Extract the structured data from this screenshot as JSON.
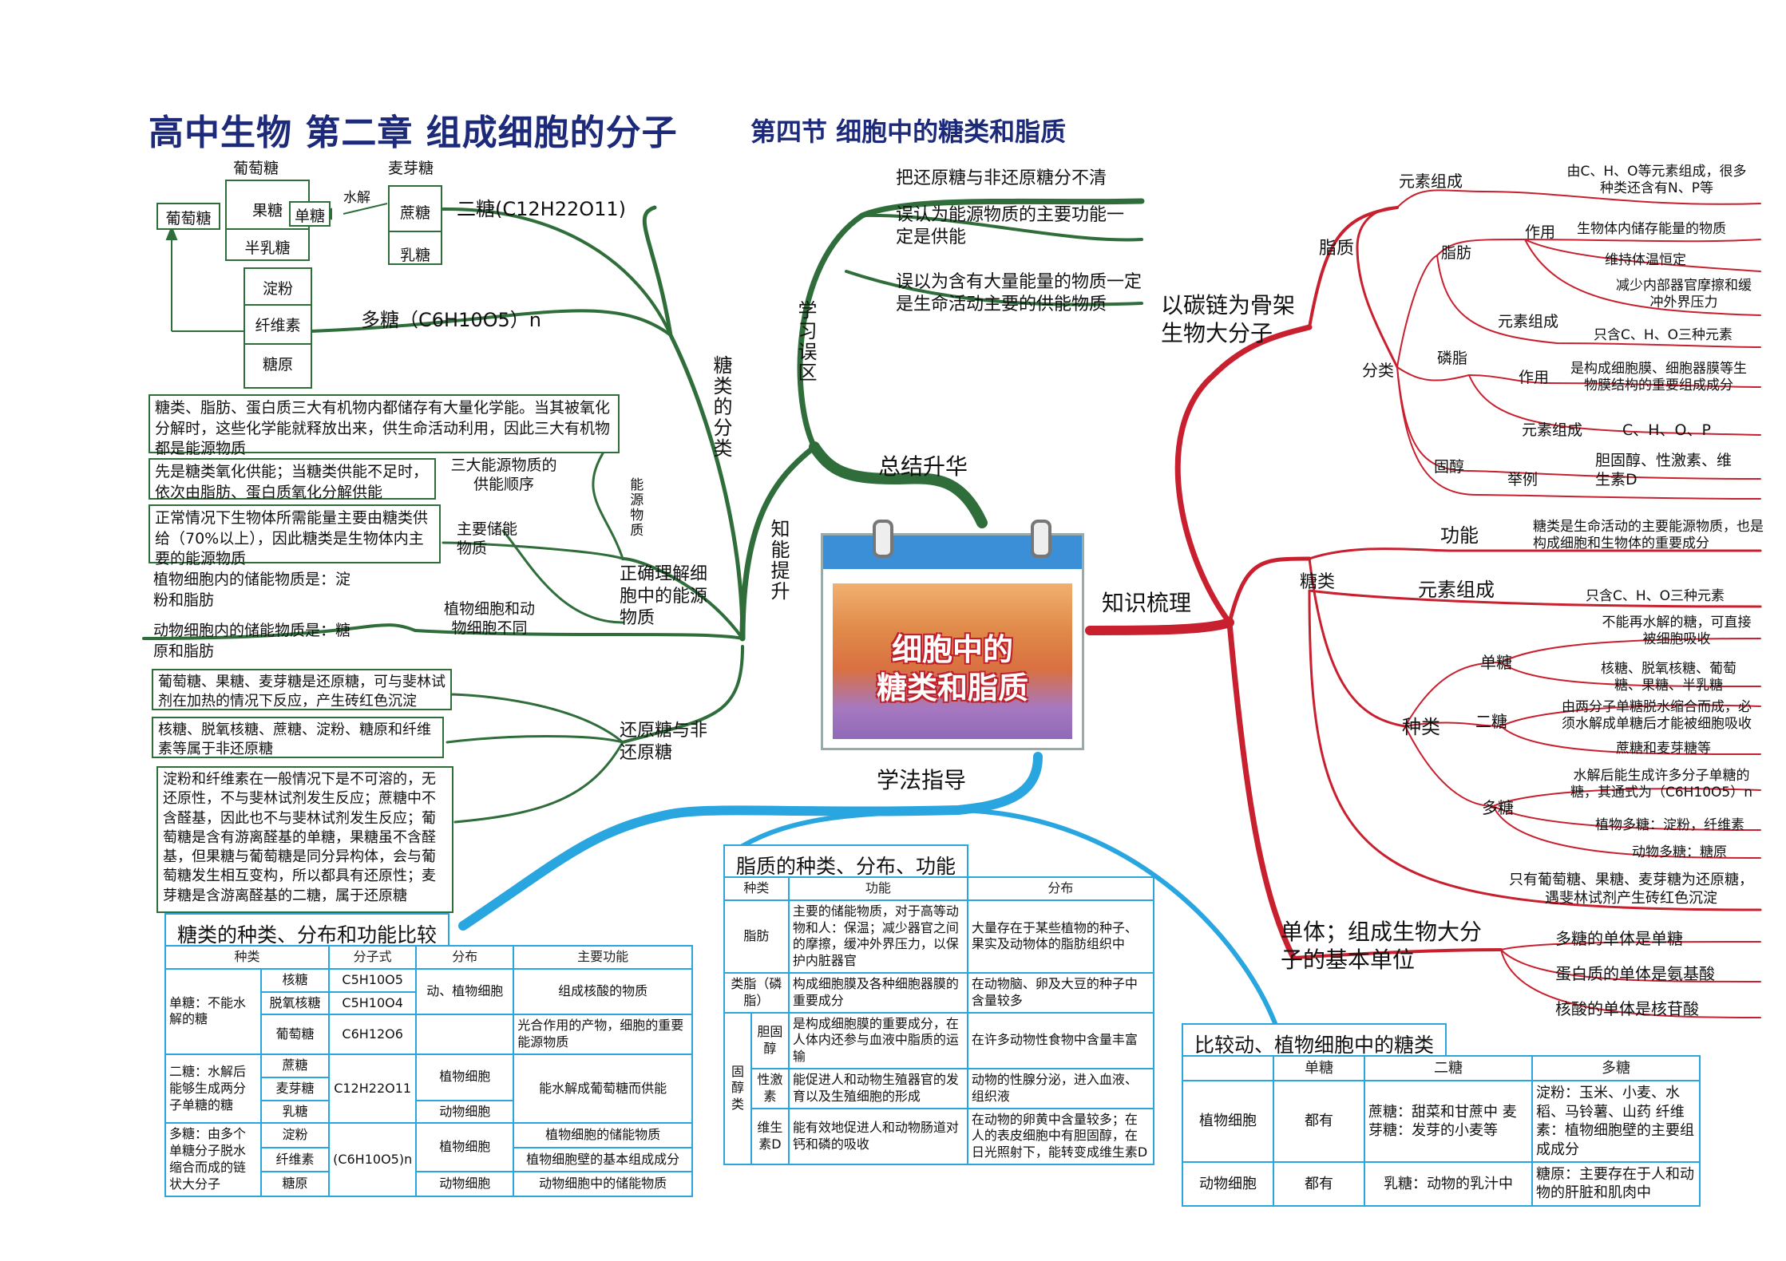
{
  "title": {
    "main": "高中生物 第二章 组成细胞的分子",
    "sub": "第四节 细胞中的糖类和脂质"
  },
  "center": {
    "line1": "细胞中的",
    "line2": "糖类和脂质"
  },
  "branches": {
    "summary": "总结升华",
    "knowledge": "知识梳理",
    "method": "学法指导",
    "study_mistakes": "学习误区",
    "ability": "知能提升"
  },
  "mistakes": [
    "把还原糖与非还原糖分不清",
    "误认为能源物质的主要功能一定是供能",
    "误以为含有大量能量的物质一定是生命活动主要的供能物质"
  ],
  "sugar_classify": {
    "label": "糖类的分类",
    "di_tang": "二糖(C12H22O11)",
    "duo_tang": "多糖（C6H10O5）n",
    "hydrolysis": "水解",
    "maiyatang": "麦芽糖",
    "zhetang": "蔗糖",
    "rutang": "乳糖",
    "putaotang_top": "葡萄糖",
    "guotang": "果糖",
    "bantang": "半乳糖",
    "dantang": "单糖",
    "putaotang_left": "葡萄糖",
    "dianfen": "淀粉",
    "xianweisu": "纤维素",
    "tangyuan": "糖原"
  },
  "energy": {
    "label": "正确理解细胞中的能源物质",
    "side_label": "能源物质",
    "box1": "糖类、脂肪、蛋白质三大有机物内都储存有大量化学能。当其被氧化分解时，这些化学能就释放出来，供生命活动利用，因此三大有机物都是能源物质",
    "box2": "先是糖类氧化供能；当糖类供能不足时，依次由脂肪、蛋白质氧化分解供能",
    "box2_label": "三大能源物质的供能顺序",
    "box3": "正常情况下生物体所需能量主要由糖类供给（70%以上），因此糖类是生物体内主要的能源物质",
    "box3_label": "主要储能物质",
    "plant_store": "植物细胞内的储能物质是：淀粉和脂肪",
    "animal_store": "动物细胞内的储能物质是：糖原和脂肪",
    "diff_label": "植物细胞和动物细胞不同"
  },
  "reducing": {
    "label": "还原糖与非还原糖",
    "box1": "葡萄糖、果糖、麦芽糖是还原糖，可与斐林试剂在加热的情况下反应，产生砖红色沉淀",
    "box2": "核糖、脱氧核糖、蔗糖、淀粉、糖原和纤维素等属于非还原糖",
    "box3": "淀粉和纤维素在一般情况下是不可溶的，无还原性，不与斐林试剂发生反应；蔗糖中不含醛基，因此也不与斐林试剂发生反应；葡萄糖是含有游离醛基的单糖，果糖虽不含醛基，但果糖与葡萄糖是同分异构体，会与葡萄糖发生相互变构，所以都具有还原性；麦芽糖是含游离醛基的二糖，属于还原糖"
  },
  "right": {
    "macro": "以碳链为骨架生物大分子",
    "lipid": "脂质",
    "lipid_elem_label": "元素组成",
    "lipid_elem": "由C、H、O等元素组成，很多种类还含有N、P等",
    "fenlei": "分类",
    "zhifang": "脂肪",
    "zuoyong": "作用",
    "zf_f1": "生物体内储存能量的物质",
    "zf_f2": "维持体温恒定",
    "zf_f3": "减少内部器官摩擦和缓冲外界压力",
    "zf_elem_label": "元素组成",
    "zf_elem": "只含C、H、O三种元素",
    "linzhi": "磷脂",
    "lz_zuoyong": "作用",
    "lz_f": "是构成细胞膜、细胞器膜等生物膜结构的重要组成成分",
    "lz_elem_label": "元素组成",
    "lz_elem": "C、H、O、P",
    "guchun": "固醇",
    "juli": "举例",
    "gc_ex": "胆固醇、性激素、维生素D",
    "sugar": "糖类",
    "gongneng": "功能",
    "gongneng_text": "糖类是生命活动的主要能源物质，也是构成细胞和生物体的重要成分",
    "sugar_elem_label": "元素组成",
    "sugar_elem": "只含C、H、O三种元素",
    "zhonglei": "种类",
    "dantang": "单糖",
    "dt1": "不能再水解的糖，可直接被细胞吸收",
    "dt2": "核糖、脱氧核糖、葡萄糖、果糖、半乳糖",
    "ertang": "二糖",
    "et1": "由两分子单糖脱水缩合而成，必须水解成单糖后才能被细胞吸收",
    "et2": "蔗糖和麦芽糖等",
    "duotang": "多糖",
    "dt_1": "水解后能生成许多分子单糖的糖，其通式为（C6H10O5）n",
    "dt_2": "植物多糖：淀粉，纤维素",
    "dt_3": "动物多糖：糖原",
    "reducing_note": "只有葡萄糖、果糖、麦芽糖为还原糖，遇斐林试剂产生砖红色沉淀",
    "monomer": "单体；组成生物大分子的基本单位",
    "m1": "多糖的单体是单糖",
    "m2": "蛋白质的单体是氨基酸",
    "m3": "核酸的单体是核苷酸"
  },
  "table_sugar": {
    "title": "糖类的种类、分布和功能比较",
    "headers": [
      "种类",
      "分子式",
      "分布",
      "主要功能"
    ],
    "dantang_label": "单糖：不能水解的糖",
    "ertang_label": "二糖：水解后能够生成两分子单糖的糖",
    "duotang_label": "多糖：由多个单糖分子脱水缩合而成的链状大分子",
    "rows": {
      "hetang": "核糖",
      "hetang_f": "C5H10O5",
      "tuoyang": "脱氧核糖",
      "tuoyang_f": "C5H10O4",
      "putao": "葡萄糖",
      "putao_f": "C6H12O6",
      "dan_dist": "动、植物细胞",
      "dan_func1": "组成核酸的物质",
      "dan_func2": "光合作用的产物，细胞的重要能源物质",
      "zhe": "蔗糖",
      "maiya": "麦芽糖",
      "ru": "乳糖",
      "er_f": "C12H22O11",
      "er_dist1": "植物细胞",
      "er_dist2": "动物细胞",
      "er_func": "能水解成葡萄糖而供能",
      "dianfen": "淀粉",
      "xianwei": "纤维素",
      "tangyuan": "糖原",
      "duo_f": "(C6H10O5)n",
      "duo_dist1": "植物细胞",
      "duo_dist2": "动物细胞",
      "duo_func1": "植物细胞的储能物质",
      "duo_func2": "植物细胞壁的基本组成成分",
      "duo_func3": "动物细胞中的储能物质"
    }
  },
  "table_lipid": {
    "title": "脂质的种类、分布、功能",
    "headers": [
      "种类",
      "功能",
      "分布"
    ],
    "zhifang": "脂肪",
    "zhifang_func": "主要的储能物质，对于高等动物和人：保温；减少器官之间的摩擦，缓冲外界压力，以保护内脏器官",
    "zhifang_dist": "大量存在于某些植物的种子、果实及动物体的脂肪组织中",
    "linzhi": "类脂（磷脂）",
    "linzhi_func": "构成细胞膜及各种细胞器膜的重要成分",
    "linzhi_dist": "在动物脑、卵及大豆的种子中含量较多",
    "guchun": "固醇类",
    "danguchun": "胆固醇",
    "danguchun_func": "是构成细胞膜的重要成分，在人体内还参与血液中脂质的运输",
    "danguchun_dist": "在许多动物性食物中含量丰富",
    "xingjisu": "性激素",
    "xingjisu_func": "能促进人和动物生殖器官的发育以及生殖细胞的形成",
    "xingjisu_dist": "动物的性腺分泌，进入血液、组织液",
    "weishengsu": "维生素D",
    "weishengsu_func": "能有效地促进人和动物肠道对钙和磷的吸收",
    "weishengsu_dist": "在动物的卵黄中含量较多；在人的表皮细胞中有胆固醇，在日光照射下，能转变成维生素D"
  },
  "table_compare": {
    "title": "比较动、植物细胞中的糖类",
    "headers": [
      "",
      "单糖",
      "二糖",
      "多糖"
    ],
    "plant": "植物细胞",
    "plant_dan": "都有",
    "plant_er": "蔗糖：甜菜和甘蔗中 麦芽糖：发芽的小麦等",
    "plant_duo": "淀粉：玉米、小麦、水稻、马铃薯、山药 纤维素：植物细胞壁的主要组成成分",
    "animal": "动物细胞",
    "animal_dan": "都有",
    "animal_er": "乳糖：动物的乳汁中",
    "animal_duo": "糖原：主要存在于人和动物的肝脏和肌肉中"
  },
  "colors": {
    "green": "#2f6e3a",
    "red": "#c8202e",
    "blue": "#29a6e0",
    "title": "#1d2a7a"
  }
}
